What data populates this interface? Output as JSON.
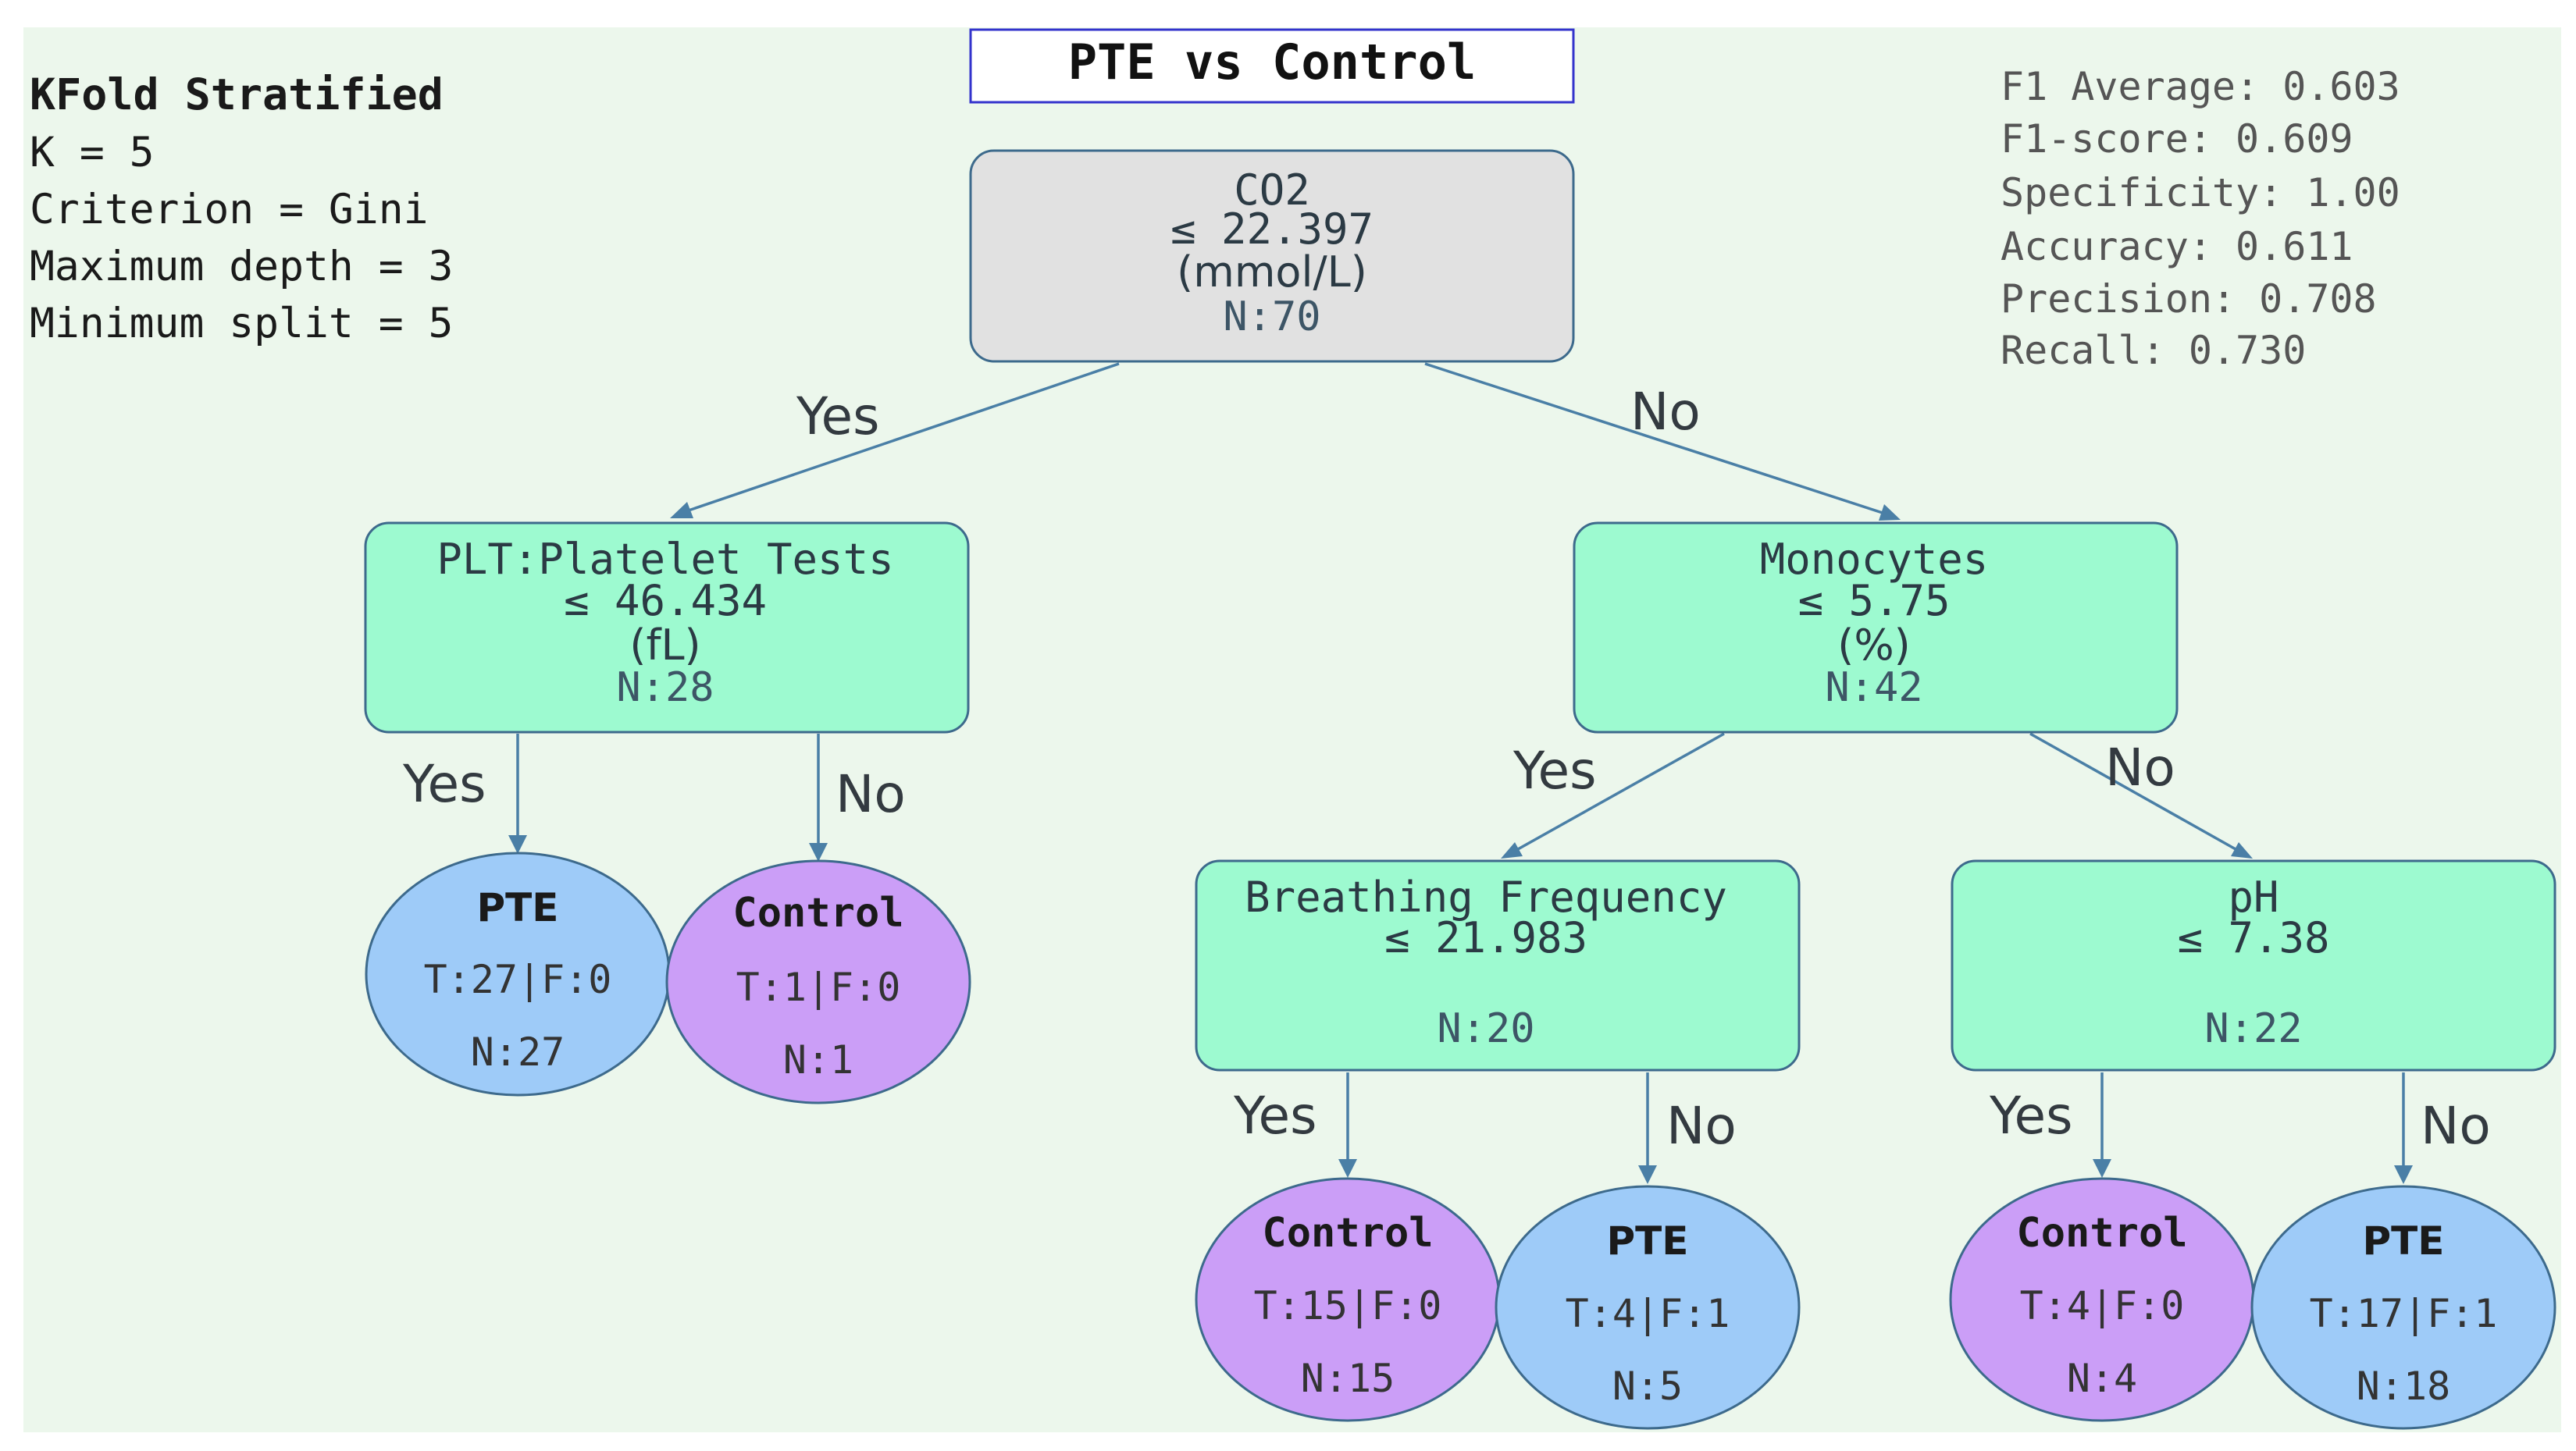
{
  "title": "PTE vs Control",
  "settings": {
    "header": "KFold Stratified",
    "lines": [
      "K = 5",
      "Criterion = Gini",
      "Maximum depth = 3",
      "Minimum split = 5"
    ]
  },
  "metrics": [
    "F1 Average: 0.603",
    "F1-score: 0.609",
    "Specificity: 1.00",
    "Accuracy: 0.611",
    "Precision: 0.708",
    "Recall: 0.730"
  ],
  "colors": {
    "background": "#ecf7ec",
    "root_fill": "#e1e1e1",
    "split_fill": "#9dfad0",
    "pte_fill": "#9ecbf8",
    "control_fill": "#cb9ef7",
    "edge": "#4a7fa6",
    "node_border": "#3d6a8c",
    "title_border": "#3333cc"
  },
  "nodes": {
    "root": {
      "feature": "CO2",
      "threshold": "≤ 22.397",
      "unit": "(mmol/L)",
      "n": "N:70"
    },
    "left": {
      "feature": "PLT:Platelet Tests",
      "threshold": "≤ 46.434",
      "unit": "(fL)",
      "n": "N:28"
    },
    "right": {
      "feature": "Monocytes",
      "threshold": "≤ 5.75",
      "unit": "(%)",
      "n": "N:42"
    },
    "right_left": {
      "feature": "Breathing Frequency",
      "threshold": "≤ 21.983",
      "unit": "",
      "n": "N:20"
    },
    "right_right": {
      "feature": "pH",
      "threshold": "≤ 7.38",
      "unit": "",
      "n": "N:22"
    }
  },
  "leaves": {
    "l1": {
      "label": "PTE",
      "counts": "T:27|F:0",
      "n": "N:27",
      "class": "pte"
    },
    "l2": {
      "label": "Control",
      "counts": "T:1|F:0",
      "n": "N:1",
      "class": "control"
    },
    "l3": {
      "label": "Control",
      "counts": "T:15|F:0",
      "n": "N:15",
      "class": "control"
    },
    "l4": {
      "label": "PTE",
      "counts": "T:4|F:1",
      "n": "N:5",
      "class": "pte"
    },
    "l5": {
      "label": "Control",
      "counts": "T:4|F:0",
      "n": "N:4",
      "class": "control"
    },
    "l6": {
      "label": "PTE",
      "counts": "T:17|F:1",
      "n": "N:18",
      "class": "pte"
    }
  },
  "edge_labels": {
    "yes": "Yes",
    "no": "No"
  }
}
